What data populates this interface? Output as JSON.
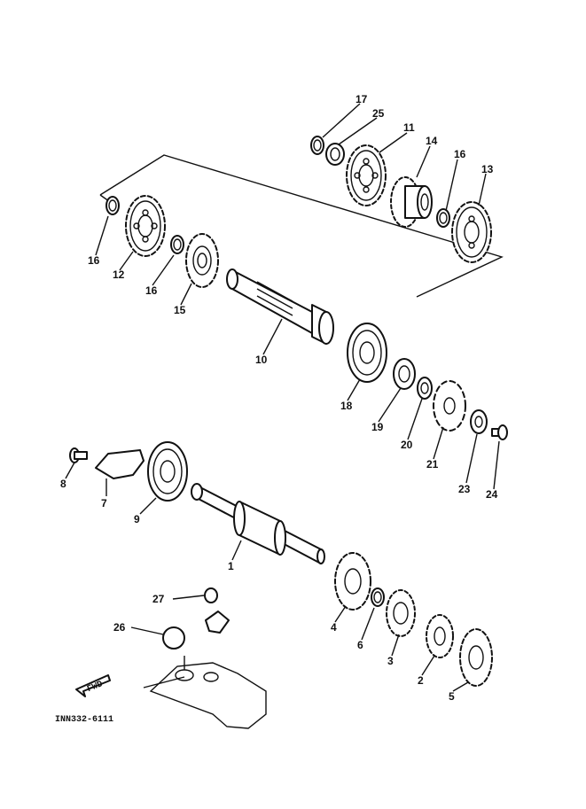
{
  "diagram": {
    "code": "INN332-6111",
    "fwd_arrow_label": "FWD",
    "parts": [
      {
        "id": "p1",
        "label": "1"
      },
      {
        "id": "p2",
        "label": "2"
      },
      {
        "id": "p3",
        "label": "3"
      },
      {
        "id": "p4",
        "label": "4"
      },
      {
        "id": "p5",
        "label": "5"
      },
      {
        "id": "p6",
        "label": "6"
      },
      {
        "id": "p7",
        "label": "7"
      },
      {
        "id": "p8",
        "label": "8"
      },
      {
        "id": "p9",
        "label": "9"
      },
      {
        "id": "p10",
        "label": "10"
      },
      {
        "id": "p11",
        "label": "11"
      },
      {
        "id": "p12",
        "label": "12"
      },
      {
        "id": "p13",
        "label": "13"
      },
      {
        "id": "p14",
        "label": "14"
      },
      {
        "id": "p15",
        "label": "15"
      },
      {
        "id": "p16a",
        "label": "16"
      },
      {
        "id": "p16b",
        "label": "16"
      },
      {
        "id": "p16c",
        "label": "16"
      },
      {
        "id": "p17",
        "label": "17"
      },
      {
        "id": "p18",
        "label": "18"
      },
      {
        "id": "p19",
        "label": "19"
      },
      {
        "id": "p20",
        "label": "20"
      },
      {
        "id": "p21",
        "label": "21"
      },
      {
        "id": "p23",
        "label": "23"
      },
      {
        "id": "p24",
        "label": "24"
      },
      {
        "id": "p25",
        "label": "25"
      },
      {
        "id": "p26",
        "label": "26"
      },
      {
        "id": "p27",
        "label": "27"
      }
    ]
  }
}
